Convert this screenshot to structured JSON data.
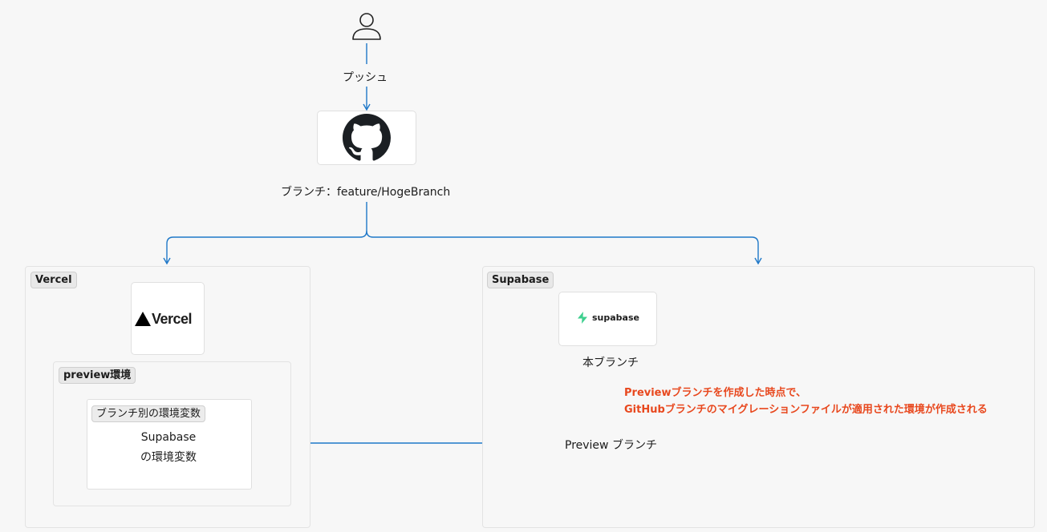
{
  "user": {
    "icon": "user-icon"
  },
  "push_label": "プッシュ",
  "github": {
    "icon": "github-icon"
  },
  "branch_label": "ブランチ：feature/HogeBranch",
  "vercel": {
    "group_tag": "Vercel",
    "logo_text": "Vercel",
    "preview_tag": "preview環境",
    "env_tag": "ブランチ別の環境変数",
    "env_line1": "Supabase",
    "env_line2": "の環境変数"
  },
  "supabase": {
    "group_tag": "Supabase",
    "logo_text": "supabase",
    "main_branch_label": "本ブランチ",
    "note_line1": "Previewブランチを作成した時点で、",
    "note_line2": "GitHubブランチのマイグレーションファイルが適用された環境が作成される",
    "preview_branch_label": "Preview ブランチ"
  },
  "colors": {
    "arrow": "#1f78c8",
    "note": "#e8481e",
    "supabase_green": "#3ecf8e"
  }
}
